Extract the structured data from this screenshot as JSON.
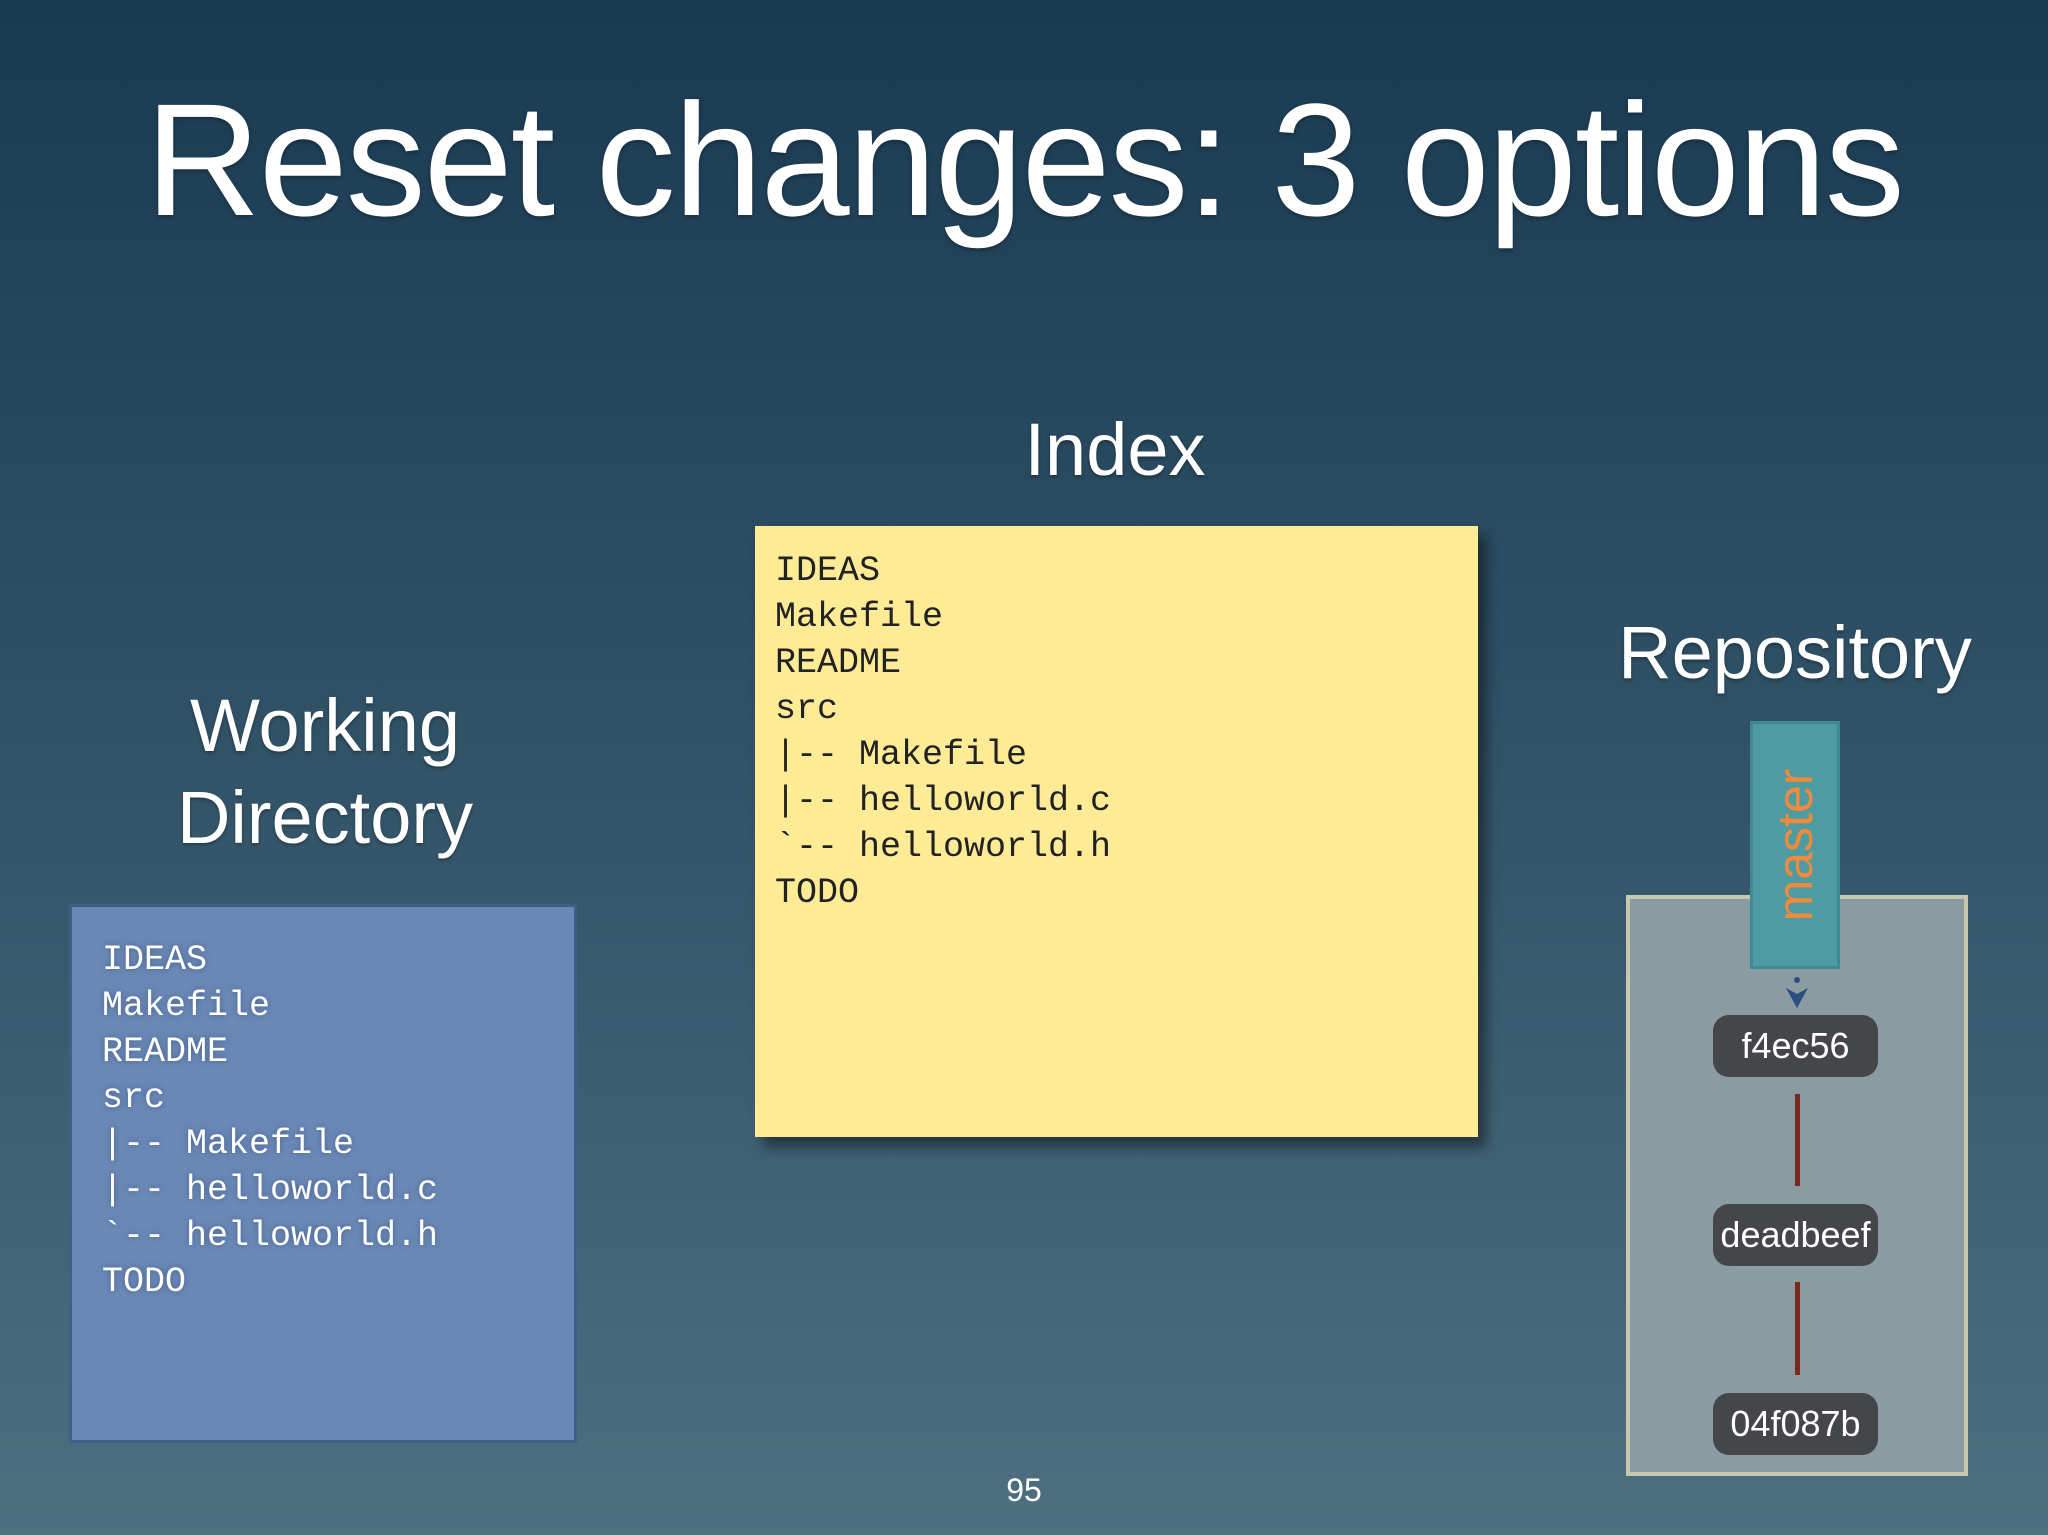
{
  "slide": {
    "title": "Reset changes: 3 options",
    "page_number": "95"
  },
  "working_directory": {
    "label_line1": "Working",
    "label_line2": "Directory",
    "files": "IDEAS\nMakefile\nREADME\nsrc\n|-- Makefile\n|-- helloworld.c\n`-- helloworld.h\nTODO"
  },
  "index": {
    "label": "Index",
    "files": "IDEAS\nMakefile\nREADME\nsrc\n|-- Makefile\n|-- helloworld.c\n`-- helloworld.h\nTODO"
  },
  "repository": {
    "label": "Repository",
    "branch": "master",
    "commits": [
      "f4ec56",
      "deadbeef",
      "04f087b"
    ]
  },
  "colors": {
    "working_dir_box": "#6a88b6",
    "index_box": "#fdeb96",
    "branch_label": "#f08a3c",
    "branch_tab": "#4f9ba2",
    "commit_link": "#7a2a20"
  }
}
